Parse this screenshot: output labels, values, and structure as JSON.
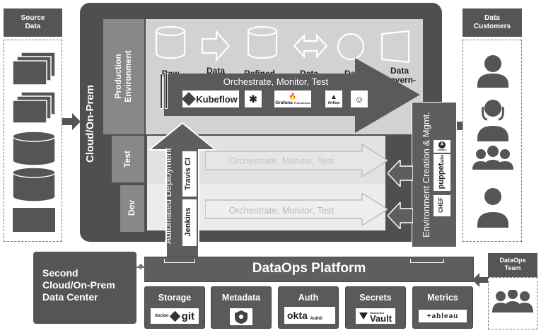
{
  "source": {
    "title": "Source\nData"
  },
  "customers": {
    "title": "Data\nCustomers"
  },
  "dataops_team": {
    "title": "DataOps\nTeam"
  },
  "cloud_label": "Cloud/On-Prem",
  "environments": {
    "production": "Production\nEnvironment",
    "test": "Test",
    "dev": "Dev"
  },
  "stages": [
    "Raw",
    "Data",
    "Refined",
    "Data",
    "Data",
    "Data\nGovern-\nance"
  ],
  "orchestrate": {
    "production": "Orchestrate, Monitor, Test",
    "test": "Orchestrate, Monitor, Test",
    "dev": "Orchestrate, Monitor, Test"
  },
  "tools": {
    "kubeflow": "Kubeflow",
    "grafana": "Grafana",
    "prometheus": "Prometheus",
    "airflow": "Airflow"
  },
  "automated_deployment": "Automated Deployment",
  "deploy_tools": {
    "travis": "Travis CI",
    "jenkins": "Jenkins"
  },
  "env_mgmt": "Environment Creation & Mgmt.",
  "env_tools": {
    "puppet": "puppet",
    "puppet_sub": "labs",
    "ansible": "ANSIBLE",
    "chef": "CHEF"
  },
  "platform": "DataOps Platform",
  "second_dc": "Second\nCloud/On-Prem\nData Center",
  "services": [
    {
      "title": "Storage",
      "logo": "git",
      "logo2": "docker"
    },
    {
      "title": "Metadata",
      "logo": ""
    },
    {
      "title": "Auth",
      "logo": "okta",
      "logo2": "Auth0"
    },
    {
      "title": "Secrets",
      "logo": "Vault",
      "logo2": "HashiCorp"
    },
    {
      "title": "Metrics",
      "logo": "+ableau"
    }
  ]
}
